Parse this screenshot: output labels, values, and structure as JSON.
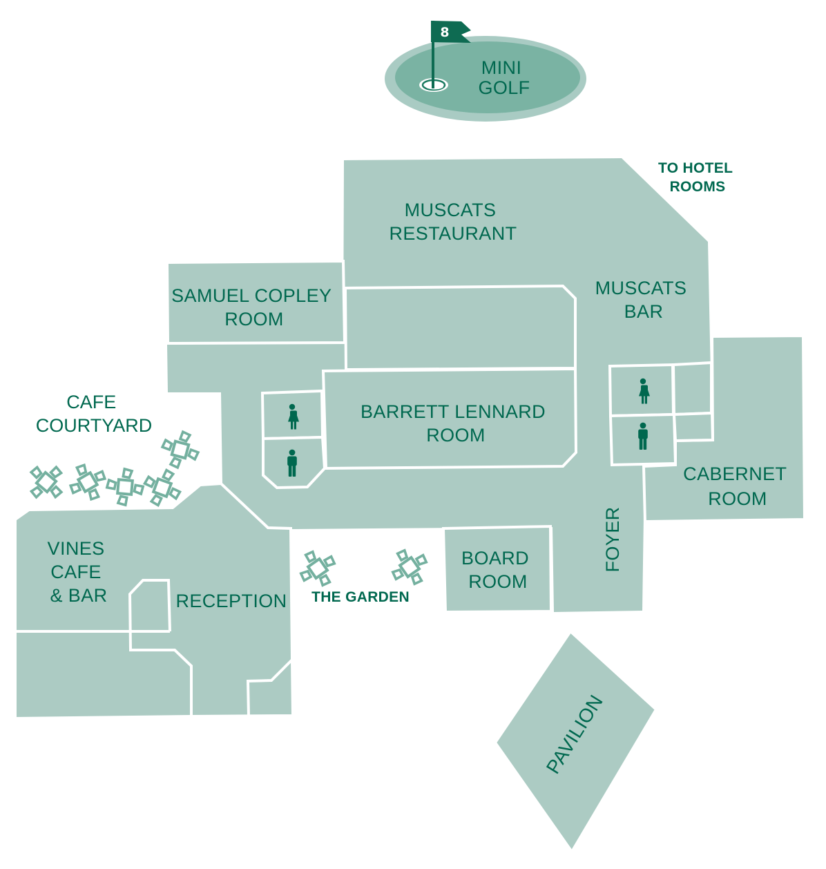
{
  "map": {
    "mini_golf": {
      "lines": [
        "MINI",
        "GOLF"
      ],
      "hole_number": "8",
      "icon": "golf-flag-icon"
    },
    "to_hotel_rooms": {
      "lines": [
        "TO HOTEL",
        "ROOMS"
      ]
    },
    "muscats_restaurant": {
      "lines": [
        "MUSCATS",
        "RESTAURANT"
      ]
    },
    "samuel_copley_room": {
      "lines": [
        "SAMUEL COPLEY",
        "ROOM"
      ]
    },
    "muscats_bar": {
      "lines": [
        "MUSCATS",
        "BAR"
      ]
    },
    "cafe_courtyard": {
      "lines": [
        "CAFE",
        "COURTYARD"
      ],
      "table_count": 5
    },
    "barrett_lennard_room": {
      "lines": [
        "BARRETT LENNARD",
        "ROOM"
      ]
    },
    "cabernet_room": {
      "lines": [
        "CABERNET",
        "ROOM"
      ]
    },
    "vines_cafe_bar": {
      "lines": [
        "VINES",
        "CAFE",
        "& BAR"
      ]
    },
    "reception": {
      "label": "RECEPTION"
    },
    "the_garden": {
      "label": "THE GARDEN",
      "table_count": 2
    },
    "board_room": {
      "lines": [
        "BOARD",
        "ROOM"
      ]
    },
    "foyer": {
      "label": "FOYER"
    },
    "pavilion": {
      "label": "PAVILION"
    }
  },
  "restrooms": [
    {
      "location": "west",
      "types": [
        "female",
        "male"
      ]
    },
    {
      "location": "east",
      "types": [
        "female",
        "male"
      ]
    }
  ],
  "colors": {
    "room_fill": "#accbc3",
    "text": "#00684f",
    "golf_outer": "#a9cbc3",
    "golf_inner": "#7ab3a3",
    "table_icon": "#74b09f",
    "walls": "#ffffff"
  }
}
